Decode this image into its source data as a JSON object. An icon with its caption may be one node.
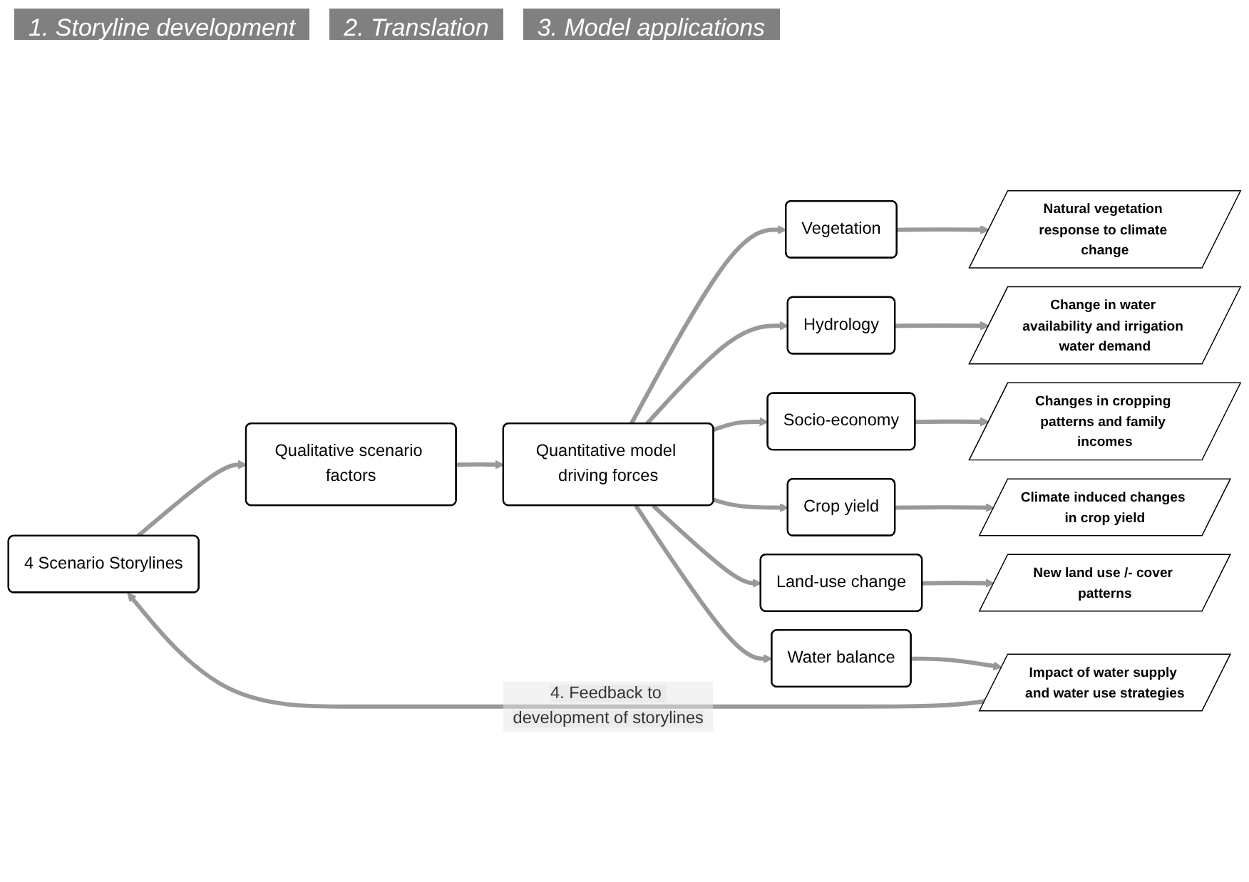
{
  "diagram": {
    "nodes": [
      {
        "text": [
          "4 Scenario Storylines"
        ]
      },
      {
        "text": [
          "Qualitative scenario factors"
        ]
      },
      {
        "text": [
          "Quantitative model driving forces"
        ]
      },
      {
        "text": [
          "Vegetation"
        ]
      },
      {
        "text": [
          "Hydrology"
        ]
      },
      {
        "text": [
          "Socio-economy"
        ]
      },
      {
        "text": [
          "Crop yield"
        ]
      },
      {
        "text": [
          "Land-use change"
        ]
      },
      {
        "text": [
          "Water balance"
        ]
      },
      {
        "text": [
          "Natural vegetation response to climate change"
        ]
      },
      {
        "text": [
          "Change in water availability and irrigation water demand"
        ]
      },
      {
        "text": [
          "Changes in cropping patterns and family incomes"
        ]
      },
      {
        "text": [
          "Climate induced changes in crop yield"
        ]
      },
      {
        "text": [
          "New land use /- cover patterns"
        ]
      },
      {
        "text": [
          "Impact of water supply and water use strategies"
        ]
      }
    ],
    "edges": [
      {
        "from": 0,
        "to": 1,
        "arrow": "to"
      },
      {
        "from": 1,
        "to": 2,
        "arrow": "to"
      },
      {
        "from": 2,
        "to": 3,
        "arrow": "to"
      },
      {
        "from": 2,
        "to": 4,
        "arrow": "to"
      },
      {
        "from": 2,
        "to": 5,
        "arrow": "to"
      },
      {
        "from": 2,
        "to": 6,
        "arrow": "to"
      },
      {
        "from": 2,
        "to": 7,
        "arrow": "to"
      },
      {
        "from": 2,
        "to": 8,
        "arrow": "to"
      },
      {
        "from": 3,
        "to": 9,
        "arrow": "to"
      },
      {
        "from": 4,
        "to": 10,
        "arrow": "to"
      },
      {
        "from": 5,
        "to": 11,
        "arrow": "to"
      },
      {
        "from": 6,
        "to": 12,
        "arrow": "to"
      },
      {
        "from": 7,
        "to": 13,
        "arrow": "to"
      },
      {
        "from": 8,
        "to": 14,
        "arrow": "to"
      },
      {
        "from": 14,
        "to": 0,
        "arrow": "to",
        "label": "4. Feedback to development of storylines"
      }
    ],
    "labels": [
      "1. Storyline development",
      "2. Translation",
      "3. Model applications"
    ]
  }
}
